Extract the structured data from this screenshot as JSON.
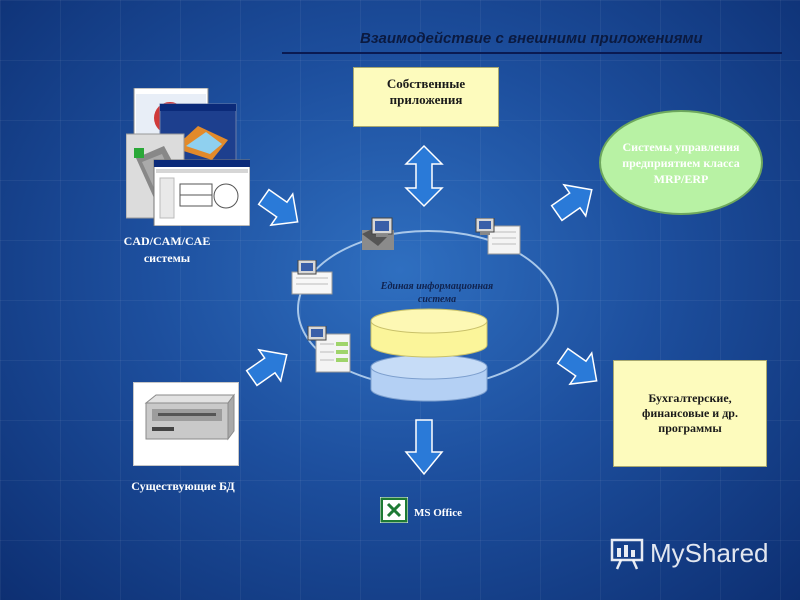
{
  "header": {
    "title": "Взаимодействие с внешними приложениями"
  },
  "nodes": {
    "own_apps": {
      "line1": "Собственные",
      "line2": "приложения"
    },
    "mrp": {
      "line1": "Системы управления",
      "line2": "предприятием класса",
      "line3": "MRP/ERP"
    },
    "accounting": {
      "line1": "Бухгалтерские,",
      "line2": "финансовые и др.",
      "line3": "программы"
    },
    "cad": {
      "line1": "CAD/CAM/CAE",
      "line2": "системы"
    },
    "existing_db": {
      "label": "Существующие БД"
    },
    "ms_office": {
      "label": "MS Office"
    },
    "eis": {
      "line1": "Единая информационная",
      "line2": "система"
    }
  },
  "watermark": {
    "text": "MyShared"
  },
  "colors": {
    "yellow_box": "#fdfbbd",
    "green_oval": "#b8f2a4",
    "arrow_fill": "#2a7ad8",
    "db_top": "#fbf59a",
    "db_bottom": "#b4d0f4"
  }
}
